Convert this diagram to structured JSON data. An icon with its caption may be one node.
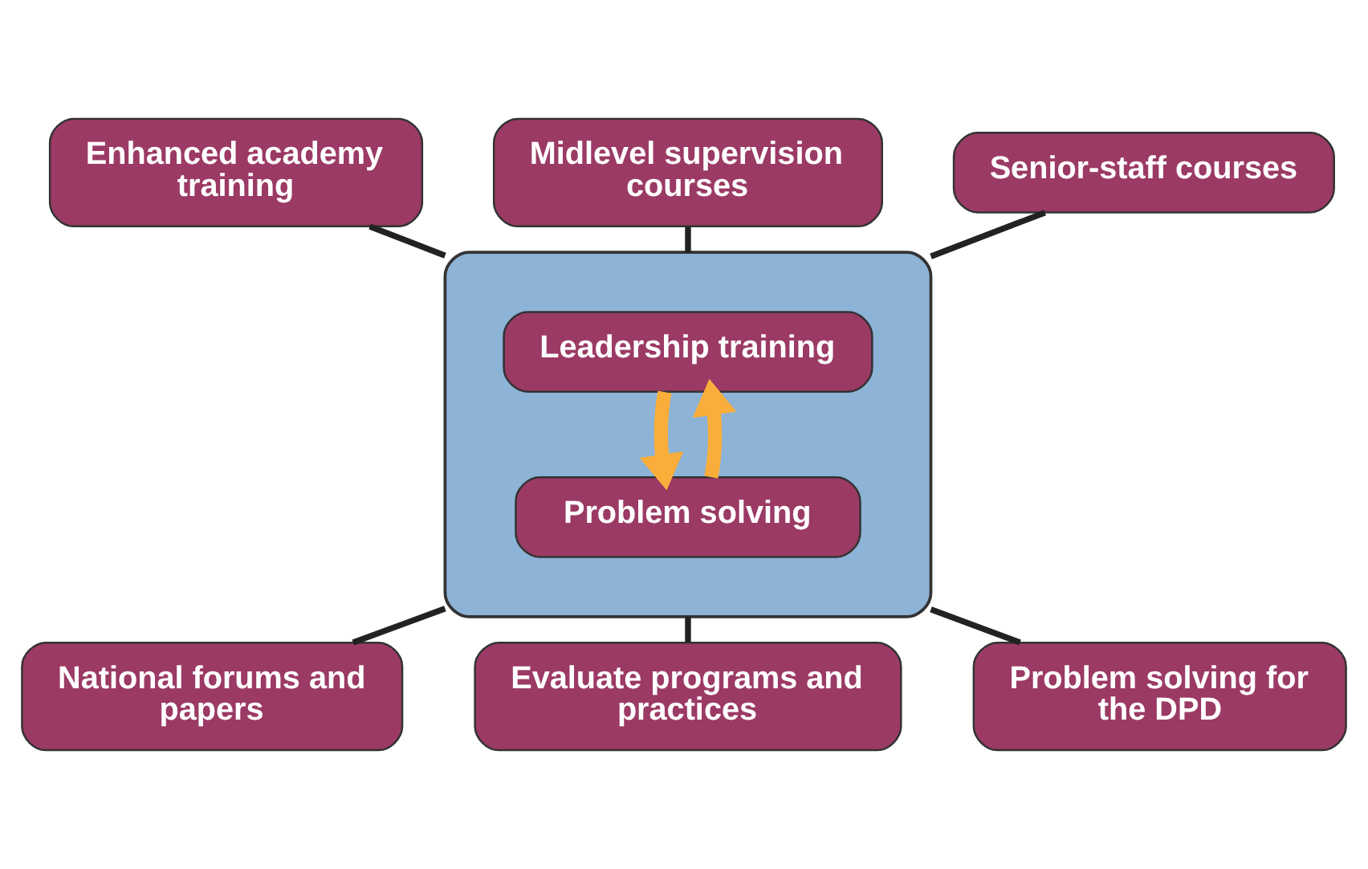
{
  "diagram": {
    "nodes": [
      {
        "text": [
          "Enhanced academy training"
        ]
      },
      {
        "text": [
          "Midlevel supervision courses"
        ]
      },
      {
        "text": [
          "Senior-staff courses"
        ]
      },
      {
        "text": [],
        "shape": "box"
      },
      {
        "text": [
          "Leadership training"
        ],
        "in": 3
      },
      {
        "text": [
          "Problem solving"
        ],
        "in": 3
      },
      {
        "text": [
          "National forums and papers"
        ]
      },
      {
        "text": [
          "Evaluate programs and practices"
        ]
      },
      {
        "text": [
          "Problem solving for the DPD"
        ]
      }
    ],
    "edges": [
      {
        "from": 0,
        "to": 3,
        "arrow": "none"
      },
      {
        "from": 1,
        "to": 3,
        "arrow": "none"
      },
      {
        "from": 2,
        "to": 3,
        "arrow": "none"
      },
      {
        "from": 4,
        "to": 5,
        "arrow": "to",
        "style": "thick",
        "color": "#f9ae3b"
      },
      {
        "from": 5,
        "to": 4,
        "arrow": "to",
        "style": "thick",
        "color": "#f9ae3b"
      },
      {
        "from": 3,
        "to": 6,
        "arrow": "none"
      },
      {
        "from": 3,
        "to": 7,
        "arrow": "none"
      },
      {
        "from": 3,
        "to": 8,
        "arrow": "none"
      }
    ]
  }
}
